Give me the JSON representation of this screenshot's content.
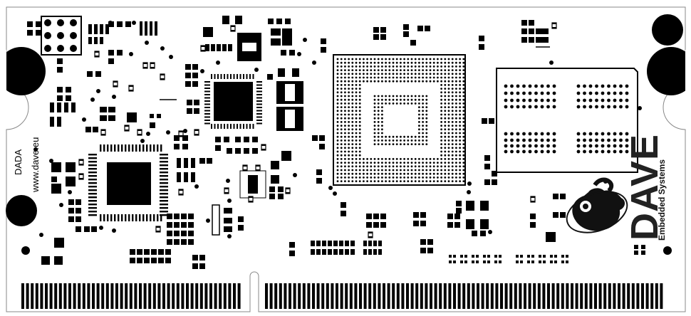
{
  "board": {
    "label_vertical_1": "DADA",
    "label_vertical_2": "www.dave.eu",
    "logo_text": "DAVE",
    "logo_subtext": "Embedded Systems"
  },
  "colors": {
    "silkscreen": "#000000",
    "substrate": "#ffffff",
    "logo_fill": "#222222"
  }
}
